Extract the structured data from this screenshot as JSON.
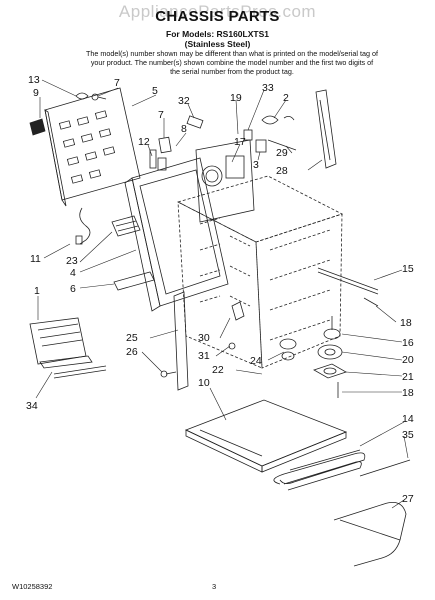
{
  "watermark": "AppliancePartsPros.com",
  "header": {
    "title": "CHASSIS PARTS",
    "models_line": "For Models: RS160LXTS1",
    "finish_line": "(Stainless Steel)",
    "notice": "The model(s) number shown may be different than what is printed on the model/serial tag of your product. The number(s) shown combine the model number and the first two digits of the serial number from the product tag."
  },
  "callouts": {
    "c13": "13",
    "c9": "9",
    "c7a": "7",
    "c5": "5",
    "c32": "32",
    "c7b": "7",
    "c8": "8",
    "c12": "12",
    "c19": "19",
    "c17": "17",
    "c33": "33",
    "c2": "2",
    "c3": "3",
    "c29": "29",
    "c28": "28",
    "c11": "11",
    "c23": "23",
    "c4": "4",
    "c6": "6",
    "c15": "15",
    "c1": "1",
    "c25": "25",
    "c30": "30",
    "c18a": "18",
    "c16": "16",
    "c26": "26",
    "c31": "31",
    "c22": "22",
    "c24": "24",
    "c20": "20",
    "c21": "21",
    "c10": "10",
    "c18b": "18",
    "c34": "34",
    "c14": "14",
    "c35": "35",
    "c27": "27"
  },
  "footer": {
    "doc_number": "W10258392",
    "page_number": "3"
  }
}
